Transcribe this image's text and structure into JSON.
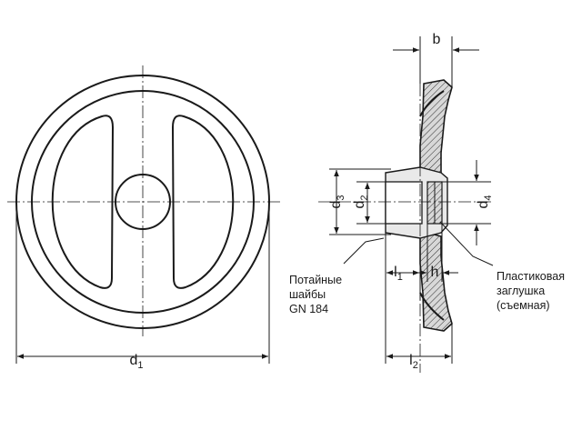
{
  "labels": {
    "d1": {
      "main": "d",
      "sub": "1"
    },
    "d2": {
      "main": "d",
      "sub": "2"
    },
    "d3": {
      "main": "d",
      "sub": "3"
    },
    "d4": {
      "main": "d",
      "sub": "4"
    },
    "l1": {
      "main": "l",
      "sub": "1"
    },
    "l2": {
      "main": "l",
      "sub": "2"
    },
    "b": "b",
    "h": "h"
  },
  "notes": {
    "washers": [
      "Потайные",
      "шайбы",
      "GN 184"
    ],
    "plug": [
      "Пластиковая",
      "заглушка",
      "(съемная)"
    ]
  }
}
